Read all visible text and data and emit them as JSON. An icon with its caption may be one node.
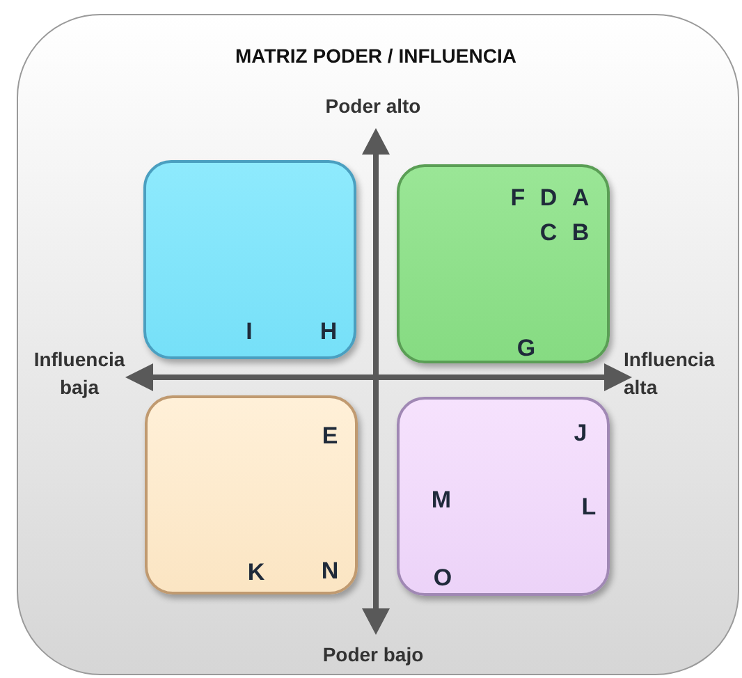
{
  "diagram": {
    "title": "MATRIZ PODER / INFLUENCIA",
    "nodes": [
      {
        "text": [
          "I",
          "H"
        ]
      },
      {
        "text": [
          "F",
          "D",
          "A",
          "C",
          "B",
          "G"
        ]
      },
      {
        "text": [
          "E",
          "K",
          "N"
        ]
      },
      {
        "text": [
          "J",
          "M",
          "L",
          "O"
        ]
      }
    ],
    "labels": [
      "Poder alto",
      "Influencia baja",
      "Influencia alta",
      "Poder bajo"
    ]
  }
}
